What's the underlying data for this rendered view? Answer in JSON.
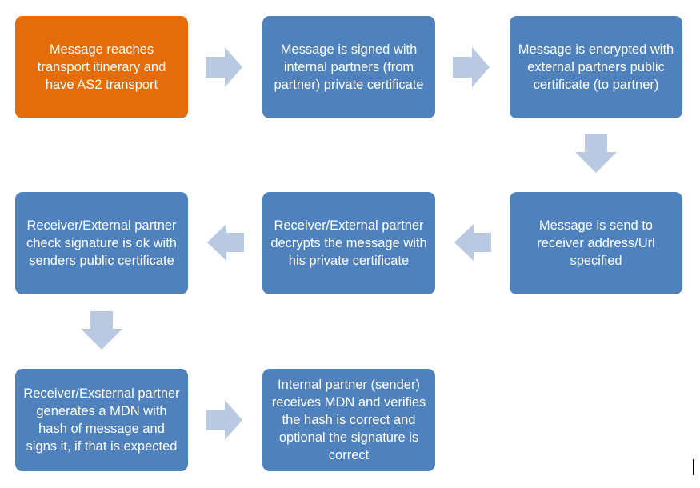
{
  "diagram": {
    "steps": [
      {
        "text": "Message reaches transport itinerary and have AS2 transport"
      },
      {
        "text": "Message is signed with internal partners (from partner) private certificate"
      },
      {
        "text": "Message is encrypted with external partners public certificate (to partner)"
      },
      {
        "text": "Message is send to receiver address/Url specified"
      },
      {
        "text": "Receiver/External partner decrypts the message with his private certificate"
      },
      {
        "text": "Receiver/External partner check signature is ok with senders public certificate"
      },
      {
        "text": "Receiver/Exsternal partner generates a MDN with hash of message and signs it, if that is expected"
      },
      {
        "text": "Internal partner (sender) receives MDN and verifies the hash is correct and optional the signature is correct"
      }
    ],
    "colors": {
      "step_fill": "#4f81bd",
      "start_fill": "#e46c0a",
      "arrow_fill": "#b8c9e1",
      "text": "#ffffff"
    }
  }
}
